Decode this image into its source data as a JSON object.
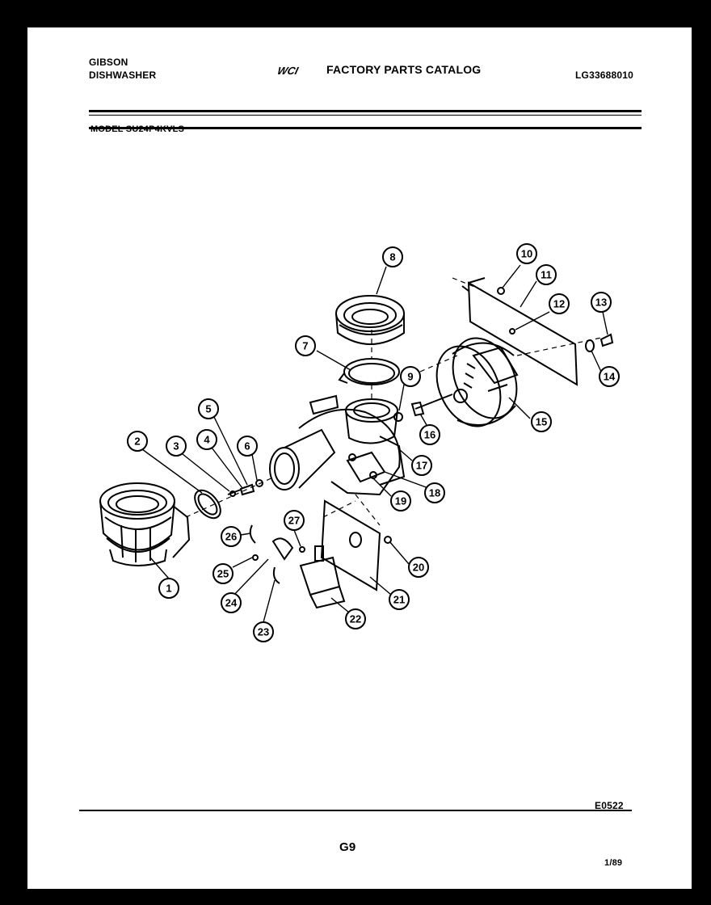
{
  "header": {
    "brand_line1": "GIBSON",
    "brand_line2": "DISHWASHER",
    "logo_text": "WCI",
    "catalog_title": "FACTORY PARTS CATALOG",
    "document_id": "LG33688010",
    "model": "MODEL SU24P4KVLS"
  },
  "diagram": {
    "callouts": [
      "1",
      "2",
      "3",
      "4",
      "5",
      "6",
      "7",
      "8",
      "9",
      "10",
      "11",
      "12",
      "13",
      "14",
      "15",
      "16",
      "17",
      "18",
      "19",
      "20",
      "21",
      "22",
      "23",
      "24",
      "25",
      "26",
      "27"
    ]
  },
  "footer": {
    "code": "E0522",
    "page": "G9",
    "date": "1/89"
  }
}
